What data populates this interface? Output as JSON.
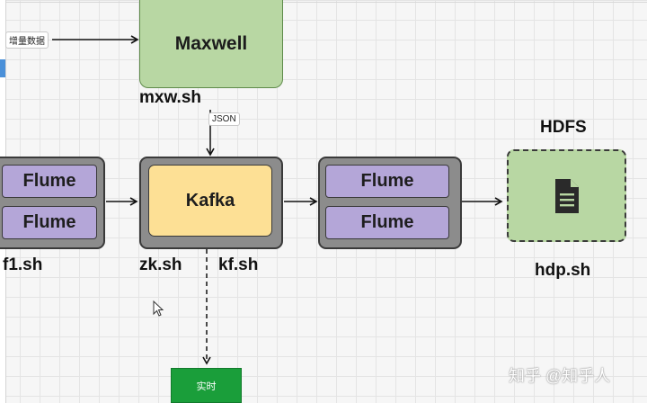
{
  "nodes": {
    "maxwell": "Maxwell",
    "kafka": "Kafka",
    "left_flume_1": "Flume",
    "left_flume_2": "Flume",
    "right_flume_1": "Flume",
    "right_flume_2": "Flume",
    "hdfs_title": "HDFS",
    "realtime": "实时"
  },
  "scripts": {
    "mxw": "mxw.sh",
    "f1": "f1.sh",
    "zk": "zk.sh",
    "kf": "kf.sh",
    "hdp": "hdp.sh"
  },
  "edge_labels": {
    "incremental_data": "增量数据",
    "json": "JSON"
  },
  "icons": {
    "hdfs_file": "document-icon",
    "cursor": "mouse-pointer-icon"
  },
  "watermark": "知乎 @知乎人",
  "colors": {
    "maxwell_fill": "#b8d7a3",
    "kafka_fill": "#fde095",
    "flume_fill": "#b4a6d8",
    "group_fill": "#8c8c8c",
    "realtime_fill": "#1a9e3a"
  }
}
